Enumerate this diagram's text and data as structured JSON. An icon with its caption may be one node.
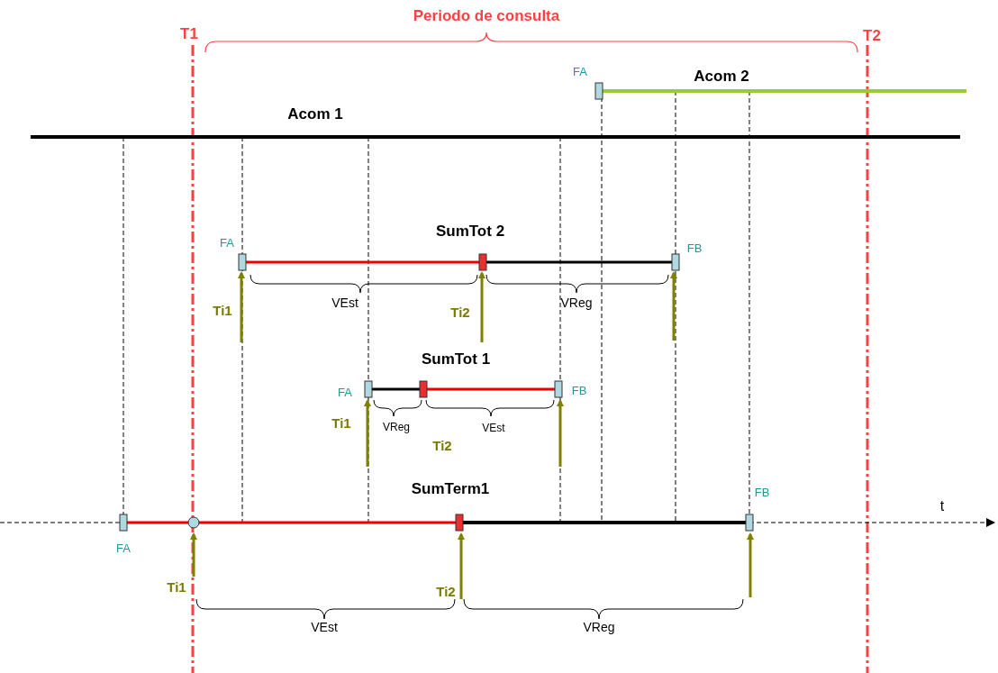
{
  "diagram": {
    "labels": [
      "Periodo de consulta",
      "T1",
      "T2",
      "FA",
      "Acom 2",
      "Acom 1",
      "SumTot 2",
      "FA",
      "FB",
      "Ti1",
      "VEst",
      "Ti2",
      "VReg",
      "SumTot 1",
      "FA",
      "FB",
      "Ti1",
      "VReg",
      "Ti2",
      "VEst",
      "SumTerm1",
      "FB",
      "t",
      "FA",
      "Ti1",
      "Ti2",
      "VEst",
      "VReg"
    ]
  }
}
